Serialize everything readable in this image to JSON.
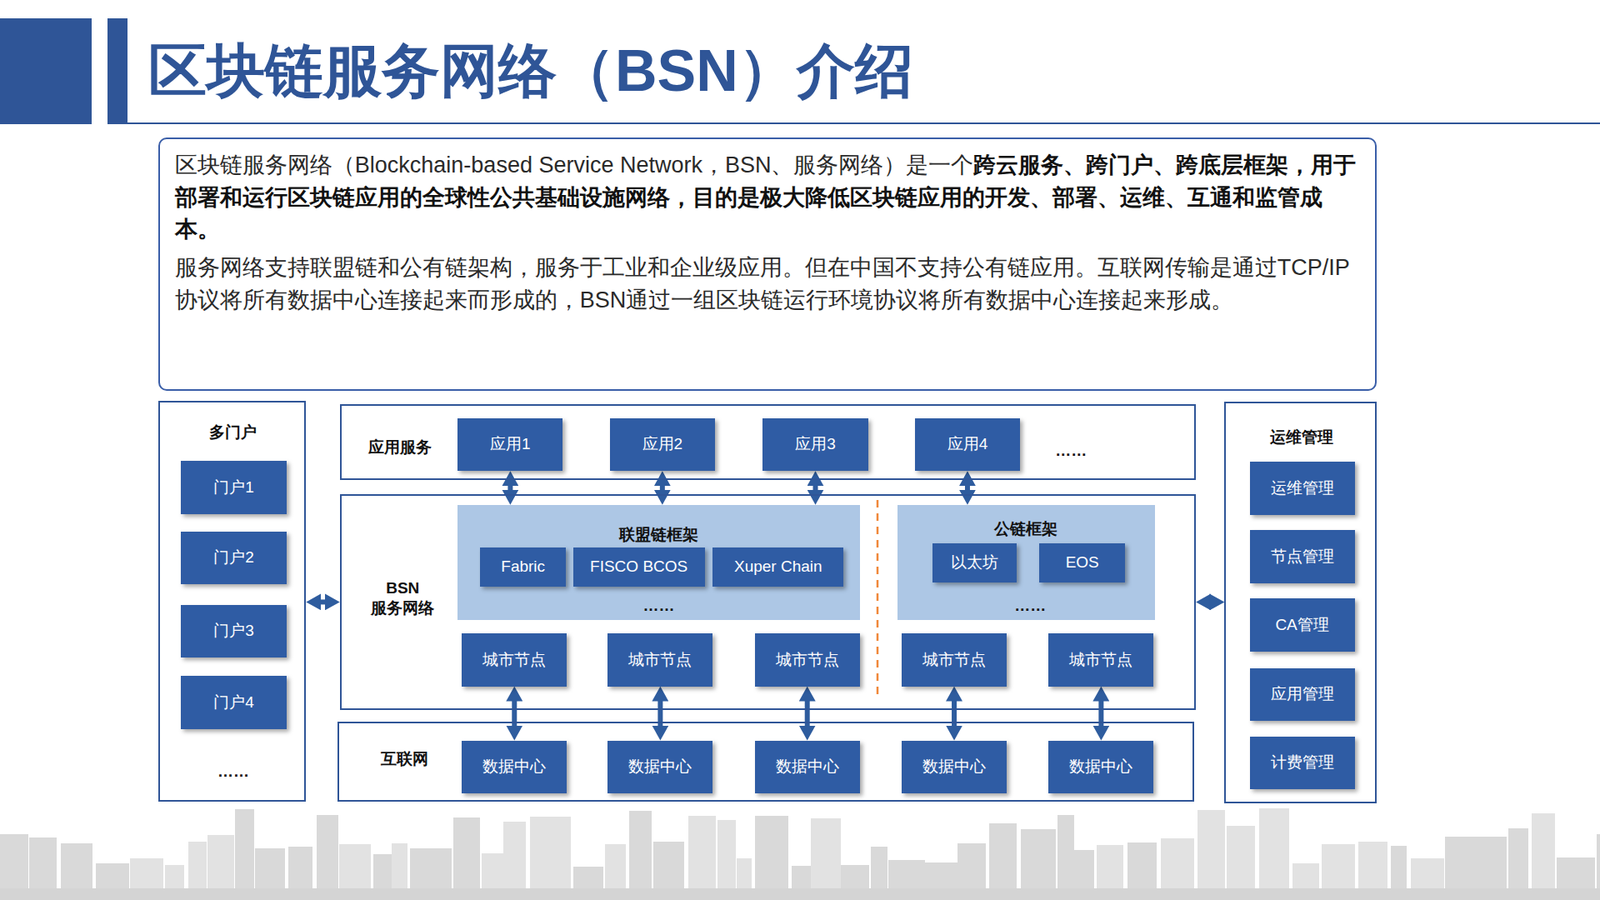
{
  "diagram": {
    "title": "区块链服务网络（BSN）介绍",
    "nodes": [
      {
        "text": [
          "区块链服务网络（Blockchain-based Service Network，BSN、服务网络）是一个",
          "跨云服务、跨门户、跨底层框架，用于部署和运行区块链应用的全球性公共基础设施网络，目的是极大降低区块链应用的开发、部署、运维、互通和监管成本。",
          "服务网络支持联盟链和公有链架构，服务于工业和企业级应用。但在中国不支持公有链应用。互联网传输是通过TCP/IP协议将所有数据中心连接起来而形成的，BSN通过一组区块链运行环境协议将所有数据中心连接起来形成。"
        ]
      },
      {
        "text": [
          "多门户"
        ]
      },
      {
        "text": [
          "门户1"
        ],
        "in": 1
      },
      {
        "text": [
          "门户2"
        ],
        "in": 1
      },
      {
        "text": [
          "门户3"
        ],
        "in": 1
      },
      {
        "text": [
          "门户4"
        ],
        "in": 1
      },
      {
        "text": [
          "应用服务"
        ]
      },
      {
        "text": [
          "应用1"
        ],
        "in": 6
      },
      {
        "text": [
          "应用2"
        ],
        "in": 6
      },
      {
        "text": [
          "应用3"
        ],
        "in": 6
      },
      {
        "text": [
          "应用4"
        ],
        "in": 6
      },
      {
        "text": [
          "BSN 服务网络"
        ]
      },
      {
        "text": [
          "联盟链框架"
        ],
        "in": 11
      },
      {
        "text": [
          "Fabric"
        ],
        "in": 12
      },
      {
        "text": [
          "FISCO BCOS"
        ],
        "in": 12
      },
      {
        "text": [
          "Xuper Chain"
        ],
        "in": 12
      },
      {
        "text": [
          "公链框架"
        ],
        "in": 11
      },
      {
        "text": [
          "以太坊"
        ],
        "in": 16
      },
      {
        "text": [
          "EOS"
        ],
        "in": 16
      },
      {
        "text": [
          "城市节点"
        ],
        "in": 11
      },
      {
        "text": [
          "城市节点"
        ],
        "in": 11
      },
      {
        "text": [
          "城市节点"
        ],
        "in": 11
      },
      {
        "text": [
          "城市节点"
        ],
        "in": 11
      },
      {
        "text": [
          "城市节点"
        ],
        "in": 11
      },
      {
        "text": [
          "互联网"
        ]
      },
      {
        "text": [
          "数据中心"
        ],
        "in": 24
      },
      {
        "text": [
          "数据中心"
        ],
        "in": 24
      },
      {
        "text": [
          "数据中心"
        ],
        "in": 24
      },
      {
        "text": [
          "数据中心"
        ],
        "in": 24
      },
      {
        "text": [
          "数据中心"
        ],
        "in": 24
      },
      {
        "text": [
          "运维管理"
        ]
      },
      {
        "text": [
          "运维管理"
        ],
        "in": 30
      },
      {
        "text": [
          "节点管理"
        ],
        "in": 30
      },
      {
        "text": [
          "CA管理"
        ],
        "in": 30
      },
      {
        "text": [
          "应用管理"
        ],
        "in": 30
      },
      {
        "text": [
          "计费管理"
        ],
        "in": 30
      }
    ],
    "edges": [
      {
        "from": 7,
        "to": 12,
        "arrow": "both"
      },
      {
        "from": 8,
        "to": 12,
        "arrow": "both"
      },
      {
        "from": 9,
        "to": 12,
        "arrow": "both"
      },
      {
        "from": 10,
        "to": 16,
        "arrow": "both"
      },
      {
        "from": 1,
        "to": 11,
        "arrow": "both"
      },
      {
        "from": 11,
        "to": 30,
        "arrow": "both"
      },
      {
        "from": 19,
        "to": 25,
        "arrow": "both"
      },
      {
        "from": 20,
        "to": 26,
        "arrow": "both"
      },
      {
        "from": 21,
        "to": 27,
        "arrow": "both"
      },
      {
        "from": 22,
        "to": 28,
        "arrow": "both"
      },
      {
        "from": 23,
        "to": 29,
        "arrow": "both"
      }
    ],
    "labels": [
      "……",
      "……",
      "……",
      "……"
    ]
  }
}
